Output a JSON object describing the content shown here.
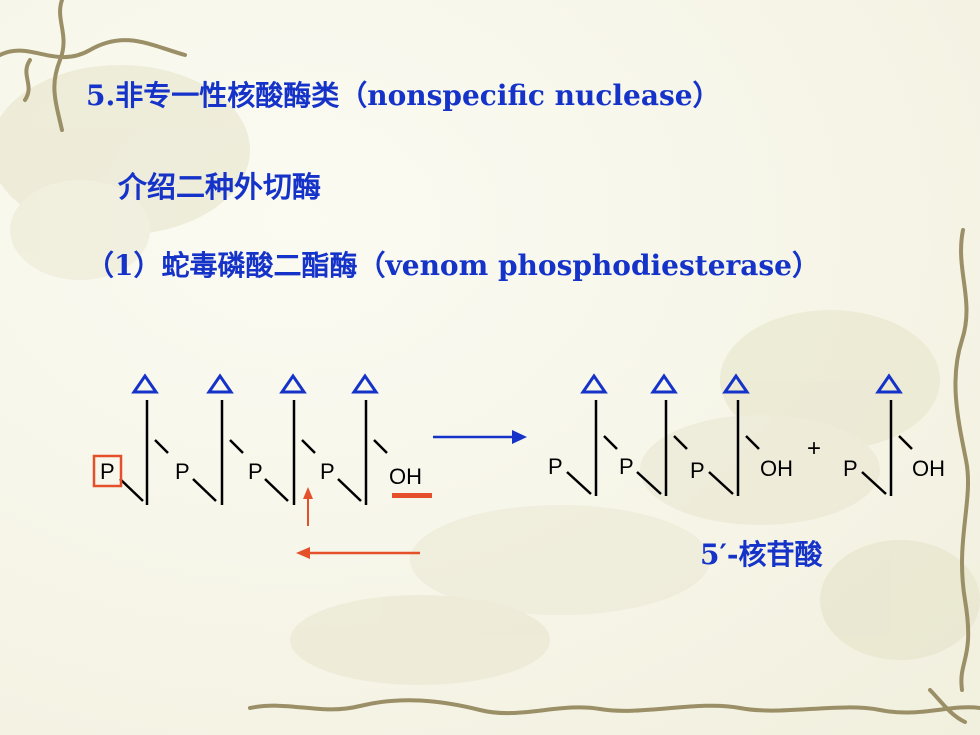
{
  "slide": {
    "title": "5.非专一性核酸酶类（nonspecific nuclease）",
    "subtitle": "介绍二种外切酶",
    "item1": "（1）蛇毒磷酸二酯酶（venom phosphodiesterase）"
  },
  "diagram": {
    "substrate_labels": [
      "P",
      "P",
      "P",
      "P",
      "OH"
    ],
    "product_labels": [
      "P",
      "P",
      "P",
      "OH"
    ],
    "plus_sign": "+",
    "released_labels": [
      "P",
      "OH"
    ],
    "product_caption": "5′-核苷酸"
  },
  "colors": {
    "text_blue": "#1533c8",
    "base_triangle": "#1533c8",
    "reaction_arrow": "#1533c8",
    "highlight_red": "#e4502a",
    "strand_black": "#000000"
  }
}
